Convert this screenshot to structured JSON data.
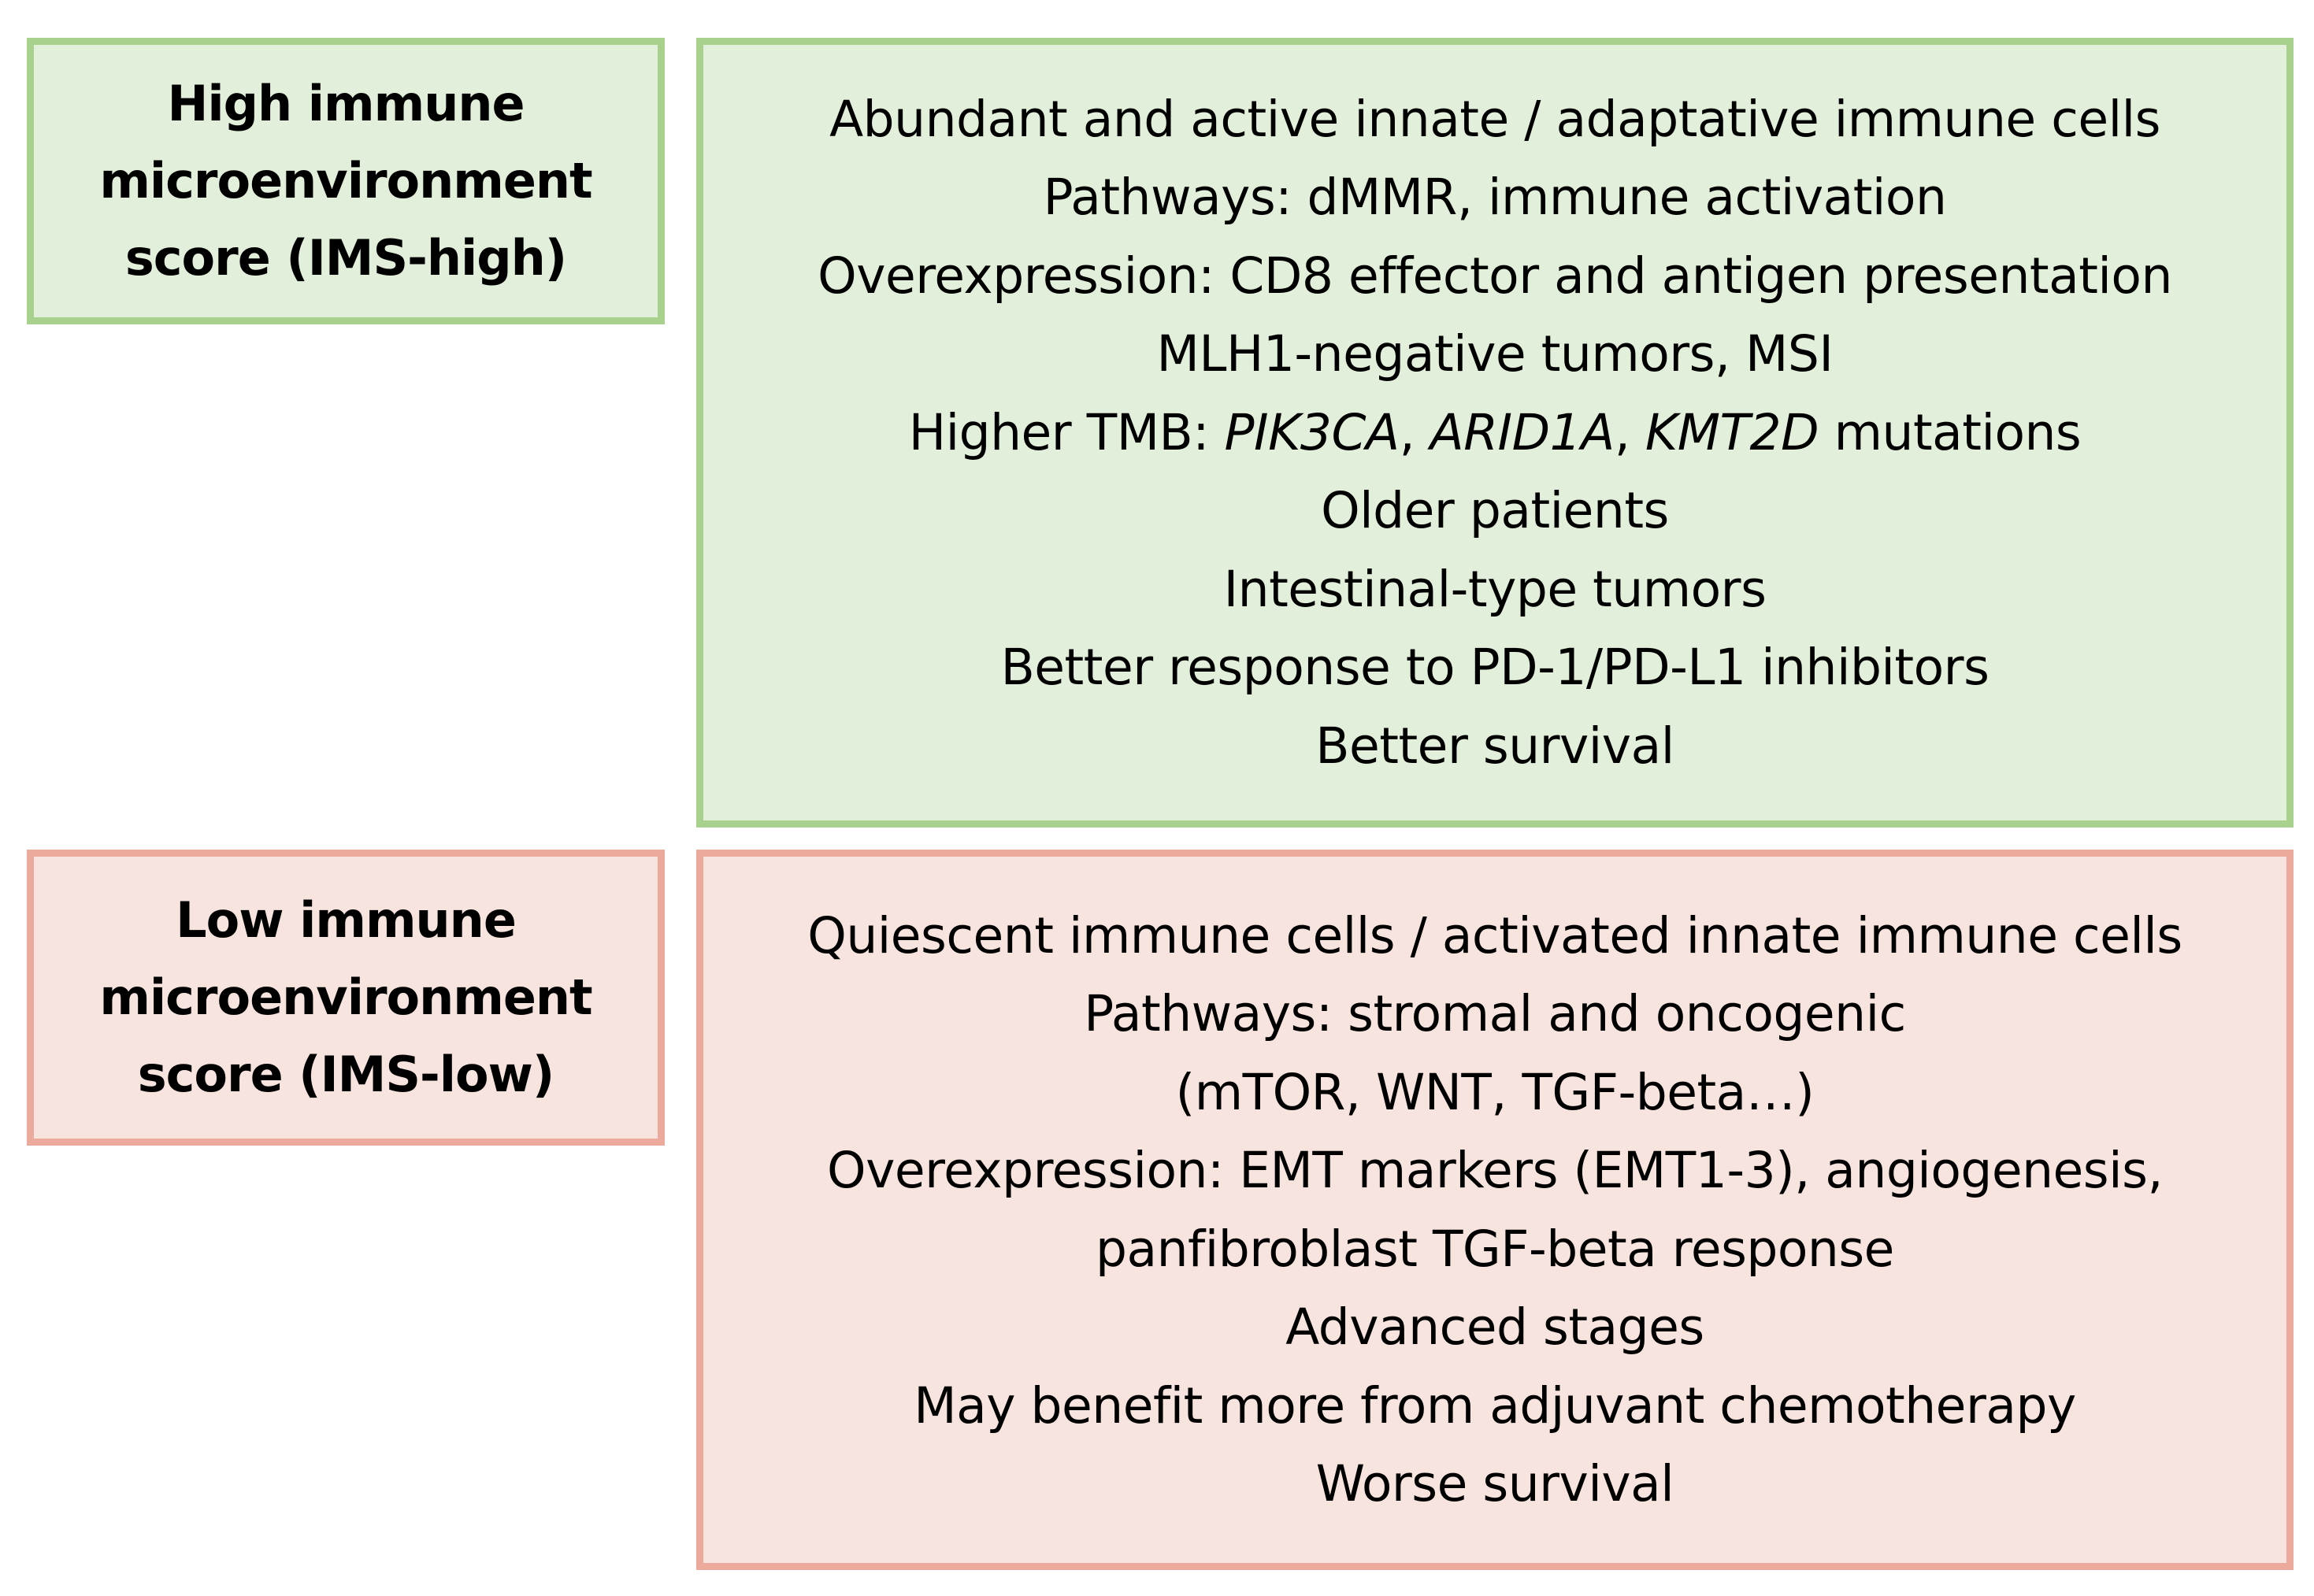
{
  "high": {
    "label_lines": [
      "High immune",
      "microenvironment",
      "score (IMS-high)"
    ],
    "features": {
      "innate_adaptive": "Abundant and active innate / adaptative immune cells",
      "pathways": "Pathways: dMMR, immune activation",
      "overexpression": "Overexpression: CD8 effector and antigen presentation",
      "mlh1_msi": "MLH1-negative tumors, MSI",
      "tmb_prefix": "Higher TMB: ",
      "genes": [
        "PIK3CA",
        "ARID1A",
        "KMT2D"
      ],
      "gene_separator": ", ",
      "tmb_suffix": " mutations",
      "age": "Older patients",
      "histology": "Intestinal-type tumors",
      "response": "Better response to PD-1/PD-L1 inhibitors",
      "survival": "Better survival"
    }
  },
  "low": {
    "label_lines": [
      "Low immune",
      "microenvironment",
      "score (IMS-low)"
    ],
    "features": [
      "Quiescent immune cells / activated innate immune cells",
      "Pathways: stromal and oncogenic",
      "(mTOR, WNT, TGF-beta…)",
      "Overexpression: EMT markers (EMT1-3), angiogenesis,",
      "panfibroblast TGF-beta response",
      "Advanced stages",
      "May benefit more from adjuvant chemotherapy",
      "Worse survival"
    ]
  },
  "colors": {
    "high_fill": "#e2efda",
    "high_border": "#a9d18e",
    "low_fill": "#f8e4de",
    "low_border": "#ebaa9c"
  }
}
